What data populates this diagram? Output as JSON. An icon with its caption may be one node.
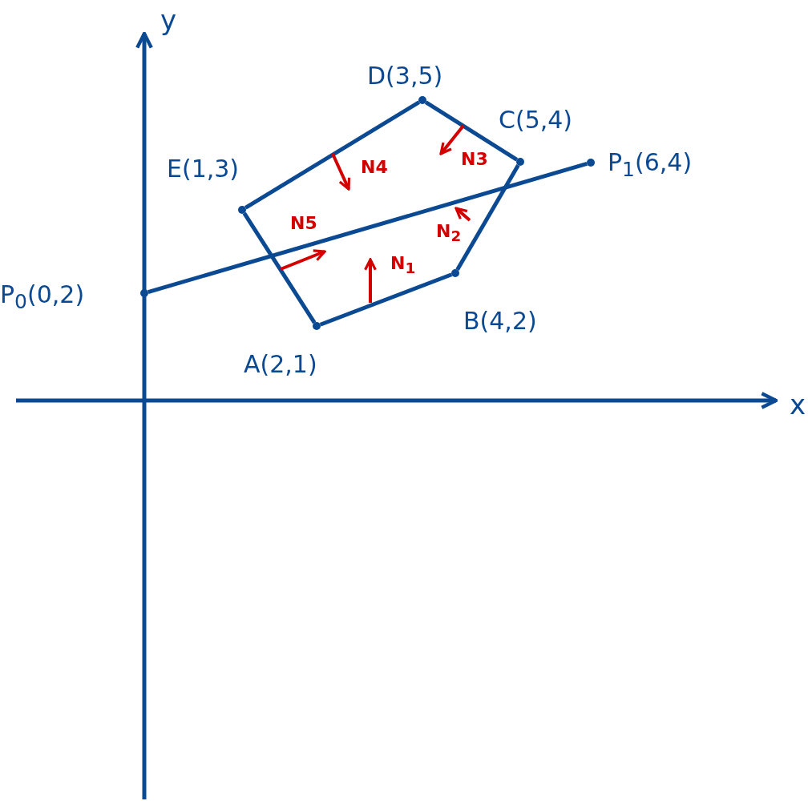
{
  "diagram": {
    "nodes": [
      {
        "text": [],
        "shape": "circle",
        "beside": [
          "D(3,5)"
        ]
      },
      {
        "text": [],
        "shape": "circle",
        "beside": [
          "C(5,4)"
        ]
      },
      {
        "text": [],
        "shape": "circle",
        "beside": [
          "P$_{1}$(6,4)"
        ]
      },
      {
        "text": [],
        "shape": "circle",
        "beside": [
          "E(1,3)"
        ]
      },
      {
        "text": [],
        "shape": "circle",
        "beside": [
          "P$_{0}$(0,2)"
        ]
      },
      {
        "text": [],
        "shape": "circle",
        "beside": [
          "B(4,2)"
        ]
      },
      {
        "text": [],
        "shape": "circle",
        "beside": [
          "A(2,1)"
        ]
      }
    ],
    "edges": [
      {
        "from": 6,
        "to": 5,
        "arrow": "none"
      },
      {
        "from": 5,
        "to": 1,
        "arrow": "none"
      },
      {
        "from": 1,
        "to": 0,
        "arrow": "none"
      },
      {
        "from": 0,
        "to": 3,
        "arrow": "none"
      },
      {
        "from": 3,
        "to": 6,
        "arrow": "none"
      },
      {
        "from": 4,
        "to": 2,
        "arrow": "none"
      }
    ],
    "labels": [
      "y",
      "N4",
      "N3",
      "N5",
      "N$_{2}$",
      "N$_{1}$",
      "x"
    ]
  }
}
